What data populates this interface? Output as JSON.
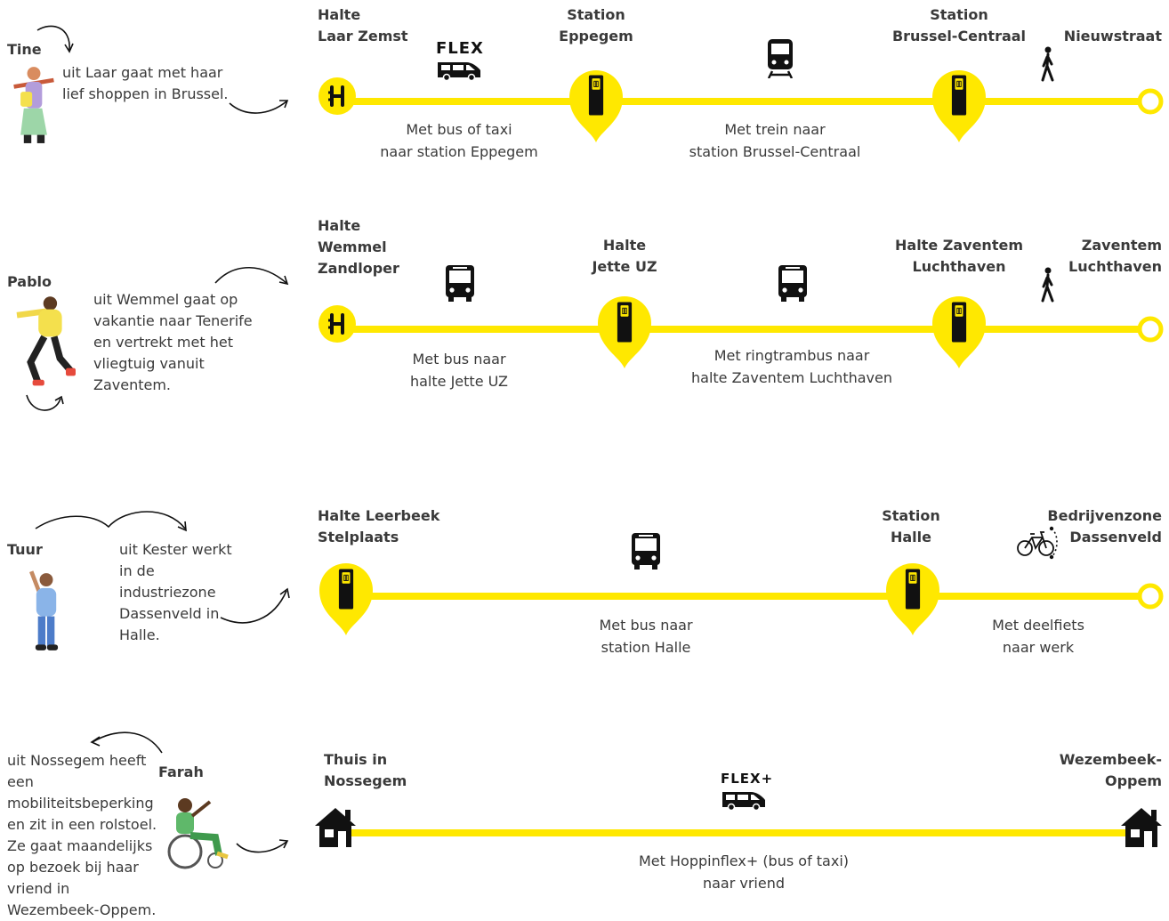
{
  "colors": {
    "accent": "#ffe800",
    "text": "#3a3a3a",
    "icon": "#111111"
  },
  "journeys": [
    {
      "person": "Tine",
      "description": "uit Laar gaat met haar lief shoppen in Brussel.",
      "stops": [
        {
          "label": "Halte\nLaar Zemst",
          "icon": "bus-stop-pin"
        },
        {
          "label": "Station\nEppegem",
          "icon": "station-pin"
        },
        {
          "label": "Station\nBrussel-Centraal",
          "icon": "station-pin"
        },
        {
          "label": "Nieuwstraat",
          "icon": "end-circle"
        }
      ],
      "legs": [
        {
          "mode": "flex-van-icon",
          "mode_label": "FLEX",
          "text": "Met bus of taxi\nnaar station Eppegem"
        },
        {
          "mode": "train-icon",
          "text": "Met trein naar\nstation Brussel-Centraal"
        },
        {
          "mode": "walking-icon",
          "text": ""
        }
      ]
    },
    {
      "person": "Pablo",
      "description": "uit Wemmel gaat op vakantie naar Tenerife en vertrekt met het vliegtuig vanuit Zaventem.",
      "stops": [
        {
          "label": "Halte\nWemmel\nZandloper",
          "icon": "bus-stop-pin"
        },
        {
          "label": "Halte\nJette UZ",
          "icon": "station-pin"
        },
        {
          "label": "Halte Zaventem\nLuchthaven",
          "icon": "station-pin"
        },
        {
          "label": "Zaventem\nLuchthaven",
          "icon": "end-circle"
        }
      ],
      "legs": [
        {
          "mode": "bus-icon",
          "text": "Met bus naar\nhalte Jette UZ"
        },
        {
          "mode": "bus-icon",
          "text": "Met ringtrambus naar\nhalte Zaventem Luchthaven"
        },
        {
          "mode": "walking-icon",
          "text": ""
        }
      ]
    },
    {
      "person": "Tuur",
      "description": "uit Kester werkt in de industriezone Dassenveld in Halle.",
      "stops": [
        {
          "label": "Halte Leerbeek\nStelplaats",
          "icon": "station-pin"
        },
        {
          "label": "Station\nHalle",
          "icon": "station-pin"
        },
        {
          "label": "Bedrijvenzone\nDassenveld",
          "icon": "end-circle"
        }
      ],
      "legs": [
        {
          "mode": "bus-icon",
          "text": "Met bus naar\nstation Halle"
        },
        {
          "mode": "bicycle-icon",
          "text": "Met deelfiets\nnaar werk"
        }
      ]
    },
    {
      "person": "Farah",
      "description": "uit Nossegem heeft een mobiliteitsbeperking en zit in een rolstoel. Ze gaat maandelijks op bezoek bij haar vriend in Wezembeek-Oppem.",
      "stops": [
        {
          "label": "Thuis in\nNossegem",
          "icon": "house-icon"
        },
        {
          "label": "Wezembeek-\nOppem",
          "icon": "house-icon"
        }
      ],
      "legs": [
        {
          "mode": "flex-plus-van-icon",
          "mode_label": "FLEX+",
          "text": "Met Hoppinflex+ (bus of taxi)\nnaar vriend"
        }
      ]
    }
  ]
}
